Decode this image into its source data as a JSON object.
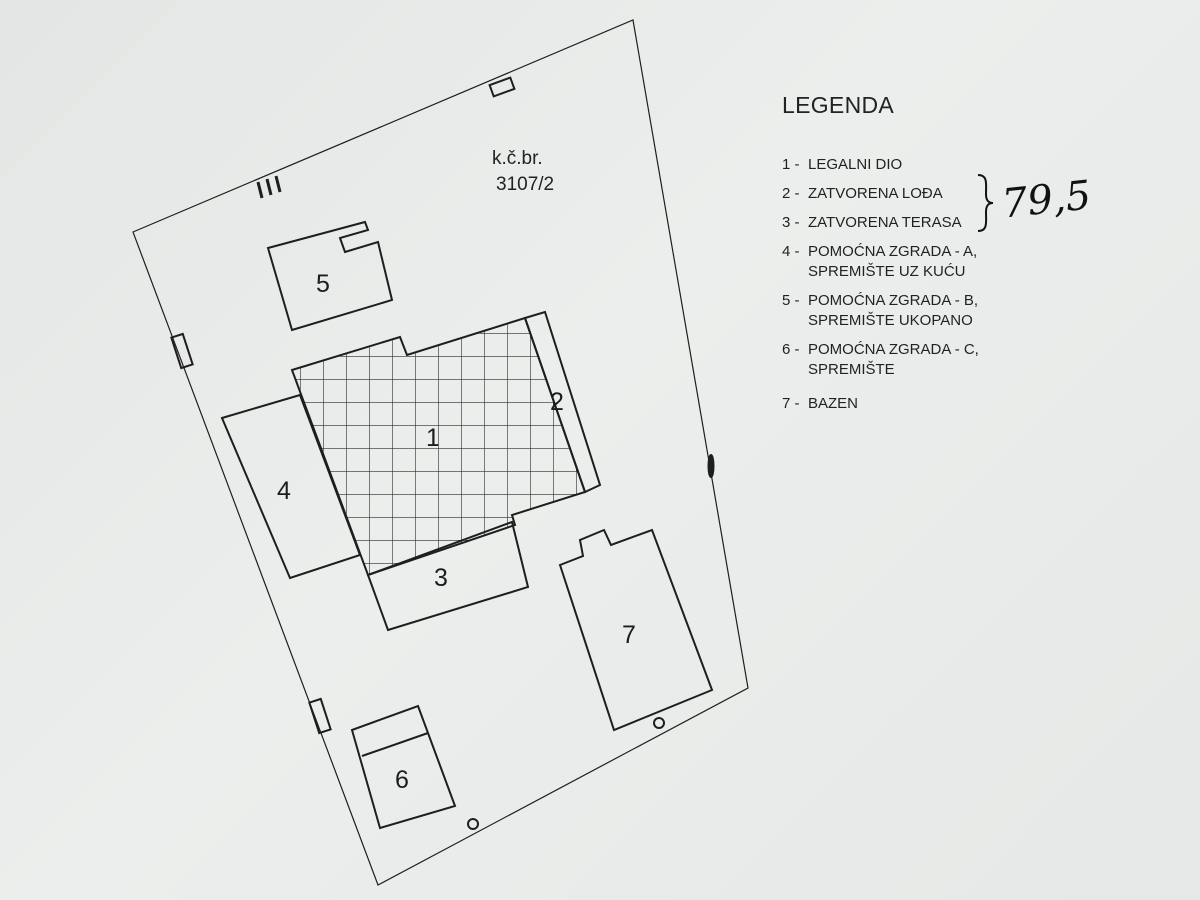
{
  "parcel": {
    "line1": "k.č.br.",
    "line2": "3107/2"
  },
  "buildings": [
    {
      "label": "1"
    },
    {
      "label": "2"
    },
    {
      "label": "3"
    },
    {
      "label": "4"
    },
    {
      "label": "5"
    },
    {
      "label": "6"
    },
    {
      "label": "7"
    }
  ],
  "legend": {
    "title": "LEGENDA",
    "items": [
      {
        "num": "1 -",
        "text": "LEGALNI DIO",
        "text2": ""
      },
      {
        "num": "2 -",
        "text": "ZATVORENA LOĐA",
        "text2": ""
      },
      {
        "num": "3 -",
        "text": "ZATVORENA TERASA",
        "text2": ""
      },
      {
        "num": "4 -",
        "text": "POMOĆNA ZGRADA - A,",
        "text2": "SPREMIŠTE UZ KUĆU"
      },
      {
        "num": "5 -",
        "text": "POMOĆNA ZGRADA - B,",
        "text2": "SPREMIŠTE UKOPANO"
      },
      {
        "num": "6 -",
        "text": "POMOĆNA ZGRADA - C,",
        "text2": "SPREMIŠTE"
      },
      {
        "num": "7 -",
        "text": "BAZEN",
        "text2": ""
      }
    ],
    "handwritten_area": "79,5"
  }
}
